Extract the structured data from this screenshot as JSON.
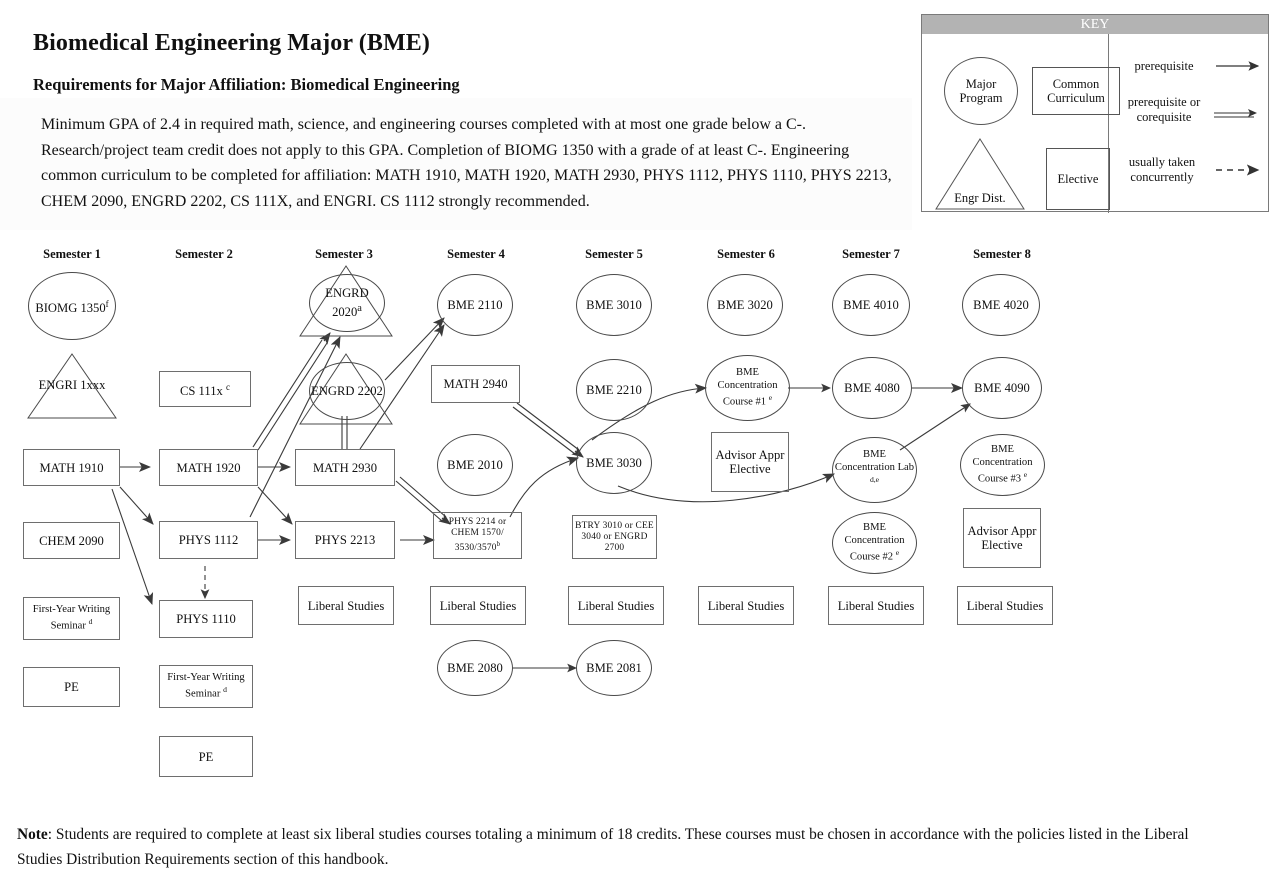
{
  "header": {
    "title": "Biomedical Engineering Major (BME)",
    "subtitle": "Requirements for Major Affiliation:  Biomedical Engineering",
    "paragraph": "Minimum  GPA of  2.4 in required math, science, and engineering courses completed with at most one grade below a C-. Research/project team credit does not apply to this GPA. Completion of BIOMG 1350 with a grade of at least C-. Engineering common curriculum to be completed for affiliation: MATH 1910, MATH 1920, MATH 2930, PHYS 1112, PHYS 1110, PHYS 2213, CHEM 2090, ENGRD 2202, CS 111X, and ENGRI. CS 1112 strongly recommended."
  },
  "key": {
    "title": "KEY",
    "shapes": {
      "circle": "Major Program",
      "rect_common": "Common Curriculum",
      "triangle": "Engr Dist.",
      "rect_elective": "Elective"
    },
    "legend": [
      "prerequisite",
      "prerequisite or corequisite",
      "usually taken concurrently"
    ]
  },
  "semesters": [
    "Semester 1",
    "Semester 2",
    "Semester 3",
    "Semester 4",
    "Semester 5",
    "Semester 6",
    "Semester 7",
    "Semester 8"
  ],
  "nodes": {
    "biomg1350": "BIOMG 1350",
    "biomg1350_sup": "f",
    "engri": "ENGRI 1xxx",
    "math1910": "MATH 1910",
    "chem2090": "CHEM 2090",
    "fws1": "First-Year Writing Seminar",
    "fws1_sup": "d",
    "pe1": "PE",
    "cs111x": "CS 111x",
    "cs111x_sup": "c",
    "math1920": "MATH 1920",
    "phys1112": "PHYS 1112",
    "phys1110": "PHYS 1110",
    "fws2": "First-Year Writing Seminar",
    "fws2_sup": "d",
    "pe2": "PE",
    "engrd2020": "ENGRD 2020",
    "engrd2020_sup": "a",
    "engrd2202": "ENGRD 2202",
    "math2930": "MATH 2930",
    "phys2213": "PHYS 2213",
    "libstud3": "Liberal Studies",
    "bme2110": "BME 2110",
    "math2940": "MATH 2940",
    "bme2010": "BME 2010",
    "phys2214": "PHYS 2214 or CHEM 1570/ 3530/3570",
    "phys2214_sup": "b",
    "libstud4": "Liberal Studies",
    "bme2080": "BME 2080",
    "bme3010": "BME 3010",
    "bme2210": "BME 2210",
    "bme3030": "BME 3030",
    "btry3010": "BTRY 3010 or CEE 3040 or ENGRD 2700",
    "libstud5": "Liberal Studies",
    "bme2081": "BME 2081",
    "bme3020": "BME 3020",
    "bmeconc1": "BME Concentration Course #1",
    "bmeconc1_sup": "e",
    "advisor6": "Advisor Appr Elective",
    "libstud6": "Liberal Studies",
    "bme4010": "BME 4010",
    "bme4080": "BME 4080",
    "bmeconclab": "BME Concentration Lab",
    "bmeconclab_sup": "d,e",
    "bmeconc2": "BME Concentration Course #2",
    "bmeconc2_sup": "e",
    "libstud7": "Liberal Studies",
    "bme4020": "BME 4020",
    "bme4090": "BME 4090",
    "bmeconc3": "BME Concentration Course #3",
    "bmeconc3_sup": "e",
    "advisor8": "Advisor Appr Elective",
    "libstud8": "Liberal Studies"
  },
  "note": {
    "label": "Note",
    "text": ": Students are required to complete at least six liberal studies courses totaling a minimum of 18 credits.  These courses must be chosen in accordance with the policies listed in the Liberal Studies Distribution Requirements section of this handbook."
  },
  "colors": {
    "key_header_bg": "#b3b3b3",
    "border": "#6e6e6e",
    "text": "#111111",
    "background": "#ffffff"
  }
}
